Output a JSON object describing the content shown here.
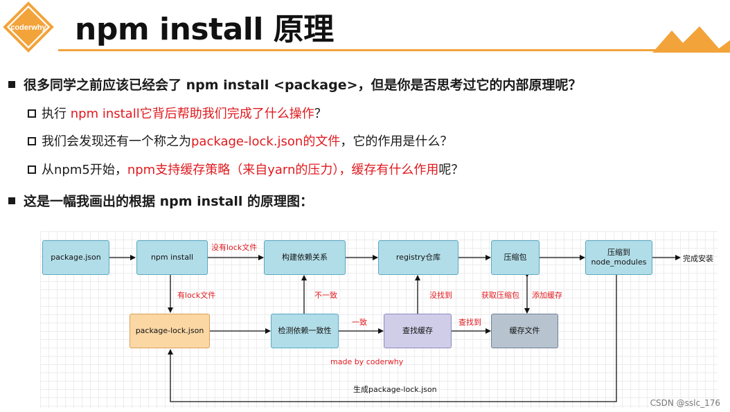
{
  "header": {
    "logo_text": "coderwhy",
    "title": "npm install 原理",
    "accent_color": "#f2a33a"
  },
  "bullets": {
    "q_main": "很多同学之前应该已经会了 npm install <package>，但是你是否思考过它的内部原理呢？",
    "sub1": {
      "a": "执行 ",
      "b": "npm install它背后帮助我们完成了什么操作",
      "c": "？"
    },
    "sub2": {
      "a": "我们会发现还有一个称之为",
      "b": "package-lock.json的文件",
      "c": "，它的作用是什么？"
    },
    "sub3": {
      "a": "从npm5开始，",
      "b": "npm支持缓存策略（来自yarn的压力），缓存有什么作用",
      "c": "呢？"
    },
    "diagram_intro": "这是一幅我画出的根据 npm install 的原理图："
  },
  "diagram": {
    "nodes": {
      "package_json": "package.json",
      "npm_install": "npm install",
      "build_deps": "构建依赖关系",
      "registry": "registry仓库",
      "tarball": "压缩包",
      "node_modules_line1": "压缩到",
      "node_modules_line2": "node_modules",
      "done": "完成安装",
      "lock_file": "package-lock.json",
      "check_consistency": "检测依赖一致性",
      "find_cache": "查找缓存",
      "cache_file": "缓存文件"
    },
    "edge_labels": {
      "no_lock": "没有lock文件",
      "has_lock": "有lock文件",
      "inconsistent": "不一致",
      "consistent": "一致",
      "not_found": "没找到",
      "found": "查找到",
      "get_tarball": "获取压缩包",
      "add_cache": "添加缓存",
      "made_by": "made by coderwhy",
      "generate_lock": "生成package-lock.json"
    }
  },
  "watermark": "CSDN @sslc_176"
}
